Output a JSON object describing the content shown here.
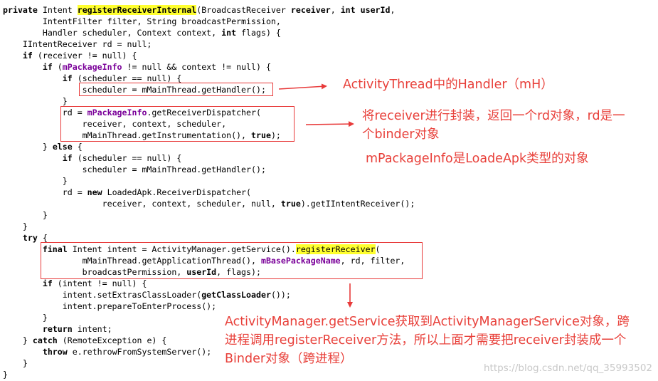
{
  "code_lines": [
    [
      {
        "t": "private ",
        "c": "kw"
      },
      {
        "t": "Intent "
      },
      {
        "t": "registerReceiverInternal",
        "c": "kw hl"
      },
      {
        "t": "(BroadcastReceiver "
      },
      {
        "t": "receiver",
        "c": "kw"
      },
      {
        "t": ", "
      },
      {
        "t": "int ",
        "c": "kw"
      },
      {
        "t": "userId",
        "c": "kw"
      },
      {
        "t": ","
      }
    ],
    [
      {
        "t": "        IntentFilter filter, String broadcastPermission,"
      }
    ],
    [
      {
        "t": "        Handler scheduler, Context context, "
      },
      {
        "t": "int ",
        "c": "kw"
      },
      {
        "t": "flags) {"
      }
    ],
    [
      {
        "t": "    IIntentReceiver rd = null;"
      }
    ],
    [
      {
        "t": "    "
      },
      {
        "t": "if ",
        "c": "kw"
      },
      {
        "t": "(receiver != null) {"
      }
    ],
    [
      {
        "t": "        "
      },
      {
        "t": "if ",
        "c": "kw"
      },
      {
        "t": "("
      },
      {
        "t": "mPackageInfo",
        "c": "fld"
      },
      {
        "t": " != null && context != null) {"
      }
    ],
    [
      {
        "t": "            "
      },
      {
        "t": "if ",
        "c": "kw"
      },
      {
        "t": "(scheduler == null) {"
      }
    ],
    [
      {
        "t": "                scheduler = mMainThread.getHandler();"
      }
    ],
    [
      {
        "t": "            }"
      }
    ],
    [
      {
        "t": "            rd = "
      },
      {
        "t": "mPackageInfo",
        "c": "fld"
      },
      {
        "t": ".getReceiverDispatcher("
      }
    ],
    [
      {
        "t": "                receiver, context, scheduler,"
      }
    ],
    [
      {
        "t": "                mMainThread.getInstrumentation(), "
      },
      {
        "t": "true",
        "c": "kw"
      },
      {
        "t": ");"
      }
    ],
    [
      {
        "t": "        } "
      },
      {
        "t": "else ",
        "c": "kw"
      },
      {
        "t": "{"
      }
    ],
    [
      {
        "t": "            "
      },
      {
        "t": "if ",
        "c": "kw"
      },
      {
        "t": "(scheduler == null) {"
      }
    ],
    [
      {
        "t": "                scheduler = mMainThread.getHandler();"
      }
    ],
    [
      {
        "t": "            }"
      }
    ],
    [
      {
        "t": "            rd = "
      },
      {
        "t": "new ",
        "c": "kw"
      },
      {
        "t": "LoadedApk.ReceiverDispatcher("
      }
    ],
    [
      {
        "t": "                    receiver, context, scheduler, null, "
      },
      {
        "t": "true",
        "c": "kw"
      },
      {
        "t": ").getIIntentReceiver();"
      }
    ],
    [
      {
        "t": "        }"
      }
    ],
    [
      {
        "t": "    }"
      }
    ],
    [
      {
        "t": "    "
      },
      {
        "t": "try ",
        "c": "kw"
      },
      {
        "t": "{"
      }
    ],
    [
      {
        "t": "        "
      },
      {
        "t": "final ",
        "c": "kw"
      },
      {
        "t": "Intent intent = ActivityManager.getService()."
      },
      {
        "t": "registerReceiver",
        "c": "hl"
      },
      {
        "t": "("
      }
    ],
    [
      {
        "t": "                mMainThread.getApplicationThread(), "
      },
      {
        "t": "mBasePackageName",
        "c": "fld"
      },
      {
        "t": ", rd, filter,"
      }
    ],
    [
      {
        "t": "                broadcastPermission, "
      },
      {
        "t": "userId",
        "c": "kw"
      },
      {
        "t": ", flags);"
      }
    ],
    [
      {
        "t": "        "
      },
      {
        "t": "if ",
        "c": "kw"
      },
      {
        "t": "(intent != null) {"
      }
    ],
    [
      {
        "t": "            intent.setExtrasClassLoader("
      },
      {
        "t": "getClassLoader",
        "c": "kw"
      },
      {
        "t": "());"
      }
    ],
    [
      {
        "t": "            intent.prepareToEnterProcess();"
      }
    ],
    [
      {
        "t": "        }"
      }
    ],
    [
      {
        "t": "        "
      },
      {
        "t": "return ",
        "c": "kw"
      },
      {
        "t": "intent;"
      }
    ],
    [
      {
        "t": "    } "
      },
      {
        "t": "catch ",
        "c": "kw"
      },
      {
        "t": "(RemoteException e) {"
      }
    ],
    [
      {
        "t": "        "
      },
      {
        "t": "throw ",
        "c": "kw"
      },
      {
        "t": "e.rethrowFromSystemServer();"
      }
    ],
    [
      {
        "t": "    }"
      }
    ],
    [
      {
        "t": "}"
      }
    ]
  ],
  "annotations": {
    "handler": "ActivityThread中的Handler（mH）",
    "rd_line1": "将receiver进行封装，返回一个rd对象，rd是一",
    "rd_line2": "个binder对象",
    "package_info": "mPackageInfo是LoadeApk类型的对象",
    "am_line1": "ActivityManager.getService获取到ActivityManagerService对象，跨",
    "am_line2": "进程调用registerReceiver方法，所以上面才需要把receiver封装成一个",
    "am_line3": "Binder对象（跨进程）"
  },
  "watermark": "https://blog.csdn.net/qq_35993502",
  "colors": {
    "annotation": "#e8403a",
    "highlight": "#ffff2e",
    "field": "#7a0099"
  }
}
